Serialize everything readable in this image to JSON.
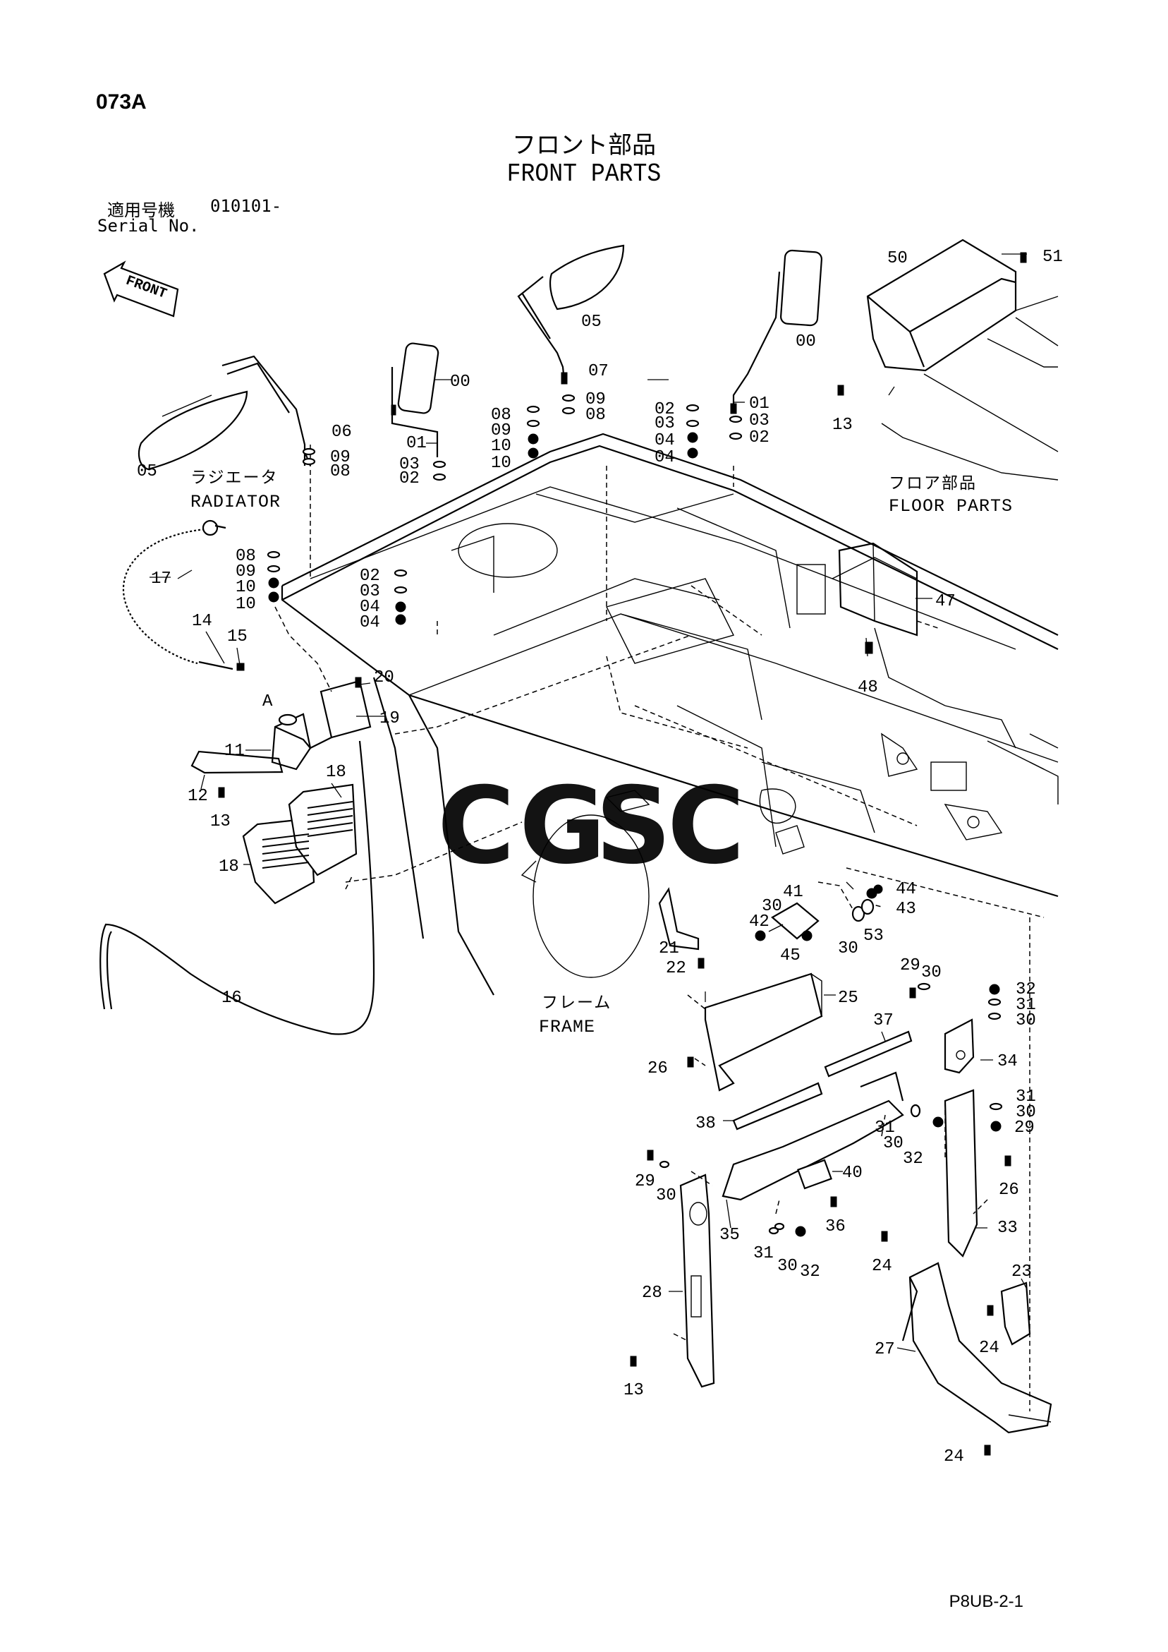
{
  "header": {
    "page_code": "073A",
    "title_jp": "フロント部品",
    "title_en": "FRONT PARTS",
    "serial_label_jp": "適用号機",
    "serial_value": "010101-",
    "serial_label_en": "Serial No."
  },
  "direction_tag": "FRONT",
  "areas": {
    "radiator_jp": "ラジエータ",
    "radiator_en": "RADIATOR",
    "floor_jp": "フロア部品",
    "floor_en": "FLOOR PARTS",
    "frame_jp": "フレーム",
    "frame_en": "FRAME"
  },
  "view_marker": "A",
  "watermark": {
    "letters": [
      "C",
      "G",
      "S",
      "C"
    ],
    "colors": [
      "#4a86e8",
      "#e06666",
      "#f6c026",
      "#57bb8a"
    ]
  },
  "callouts": {
    "c00a": "00",
    "c00b": "00",
    "c01a": "01",
    "c01b": "01",
    "c02a": "02",
    "c02b": "02",
    "c02c": "02",
    "c02d": "02",
    "c03a": "03",
    "c03b": "03",
    "c03c": "03",
    "c03d": "03",
    "c04a": "04",
    "c04b": "04",
    "c04c": "04",
    "c04d": "04",
    "c05a": "05",
    "c05b": "05",
    "c06": "06",
    "c07": "07",
    "c08a": "08",
    "c08b": "08",
    "c08c": "08",
    "c08d": "08",
    "c09a": "09",
    "c09b": "09",
    "c09c": "09",
    "c09d": "09",
    "c10a": "10",
    "c10b": "10",
    "c10c": "10",
    "c10d": "10",
    "c11": "11",
    "c12": "12",
    "c13a": "13",
    "c13b": "13",
    "c13c": "13",
    "c14": "14",
    "c15": "15",
    "c16": "16",
    "c17": "17",
    "c18a": "18",
    "c18b": "18",
    "c19": "19",
    "c20": "20",
    "c21": "21",
    "c22": "22",
    "c23": "23",
    "c24a": "24",
    "c24b": "24",
    "c24c": "24",
    "c25": "25",
    "c26a": "26",
    "c26b": "26",
    "c27": "27",
    "c28": "28",
    "c29a": "29",
    "c29b": "29",
    "c29c": "29",
    "c30a": "30",
    "c30b": "30",
    "c30c": "30",
    "c30d": "30",
    "c30e": "30",
    "c30f": "30",
    "c30g": "30",
    "c30h": "30",
    "c31a": "31",
    "c31b": "31",
    "c31c": "31",
    "c31d": "31",
    "c32a": "32",
    "c32b": "32",
    "c32c": "32",
    "c33": "33",
    "c34": "34",
    "c35": "35",
    "c36": "36",
    "c37": "37",
    "c38": "38",
    "c40": "40",
    "c41": "41",
    "c42": "42",
    "c43": "43",
    "c44": "44",
    "c45": "45",
    "c47": "47",
    "c48": "48",
    "c50": "50",
    "c51": "51",
    "c53": "53"
  },
  "footer": {
    "doc_code": "P8UB-2-1"
  }
}
